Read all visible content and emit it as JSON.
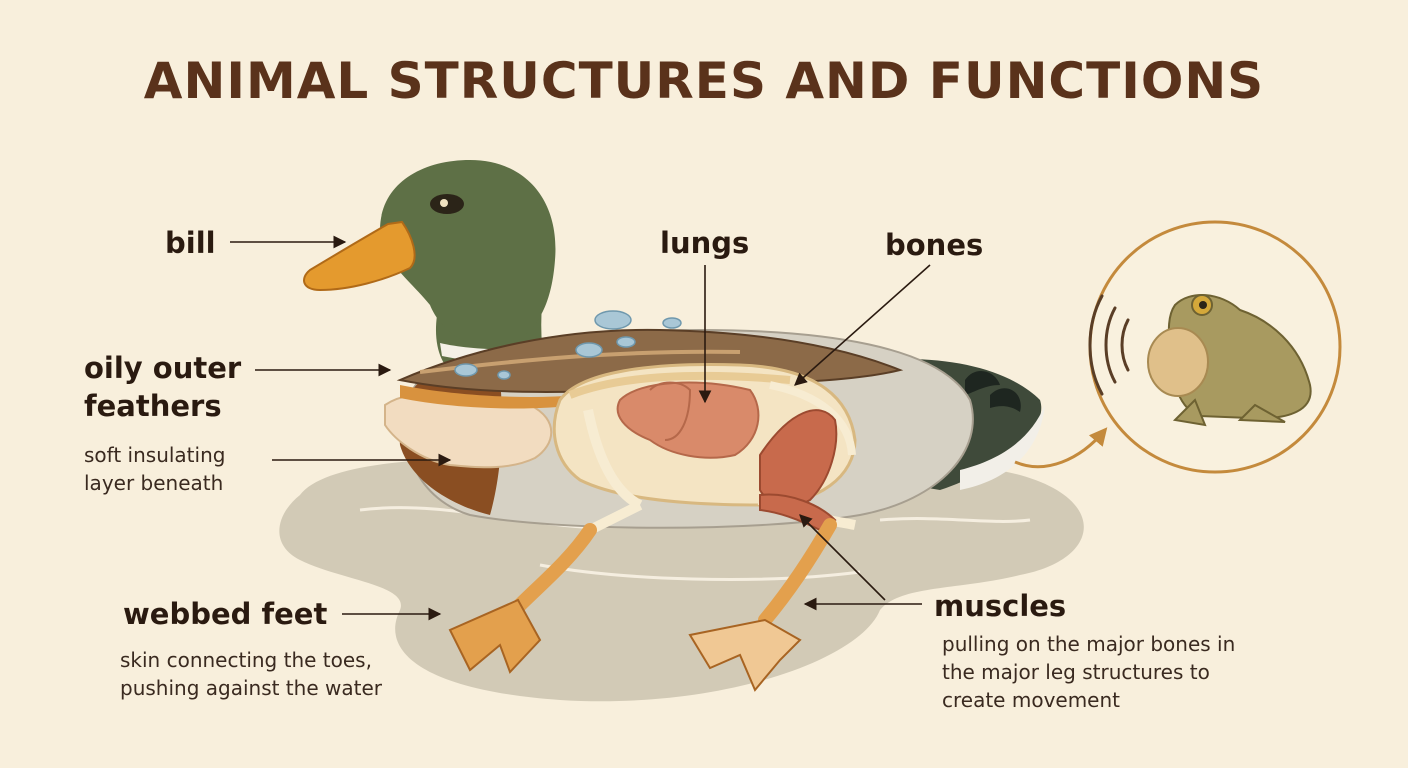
{
  "title": "ANIMAL STRUCTURES AND FUNCTIONS",
  "labels": {
    "bill": "bill",
    "lungs": "lungs",
    "bones": "bones",
    "oily_line1": "oily outer",
    "oily_line2": "feathers",
    "soft_line1": "soft insulating",
    "soft_line2": "layer beneath",
    "webbed": "webbed feet",
    "webbed_desc1": "skin connecting the toes,",
    "webbed_desc2": "pushing against the water",
    "muscles": "muscles",
    "muscles_desc1": "pulling on the major bones in",
    "muscles_desc2": "the major leg structures to",
    "muscles_desc3": "create movement"
  },
  "colors": {
    "background": "#f8efdc",
    "title": "#5a321b",
    "duck_head": "#5e7046",
    "bill": "#e49a2e",
    "breast": "#8a4e22",
    "body": "#d9d4c8",
    "skeleton": "#f1dcaf",
    "lungs": "#d98a6a",
    "muscle": "#c86a4c",
    "feet": "#e3a04d",
    "water": "#c8c0ae",
    "frog": "#a89a60",
    "arrow_accent": "#c48a3c"
  },
  "icons": [
    "duck-illustration",
    "frog-inset-icon",
    "sound-waves-icon",
    "water-droplet-icon",
    "transition-arrow-icon"
  ]
}
